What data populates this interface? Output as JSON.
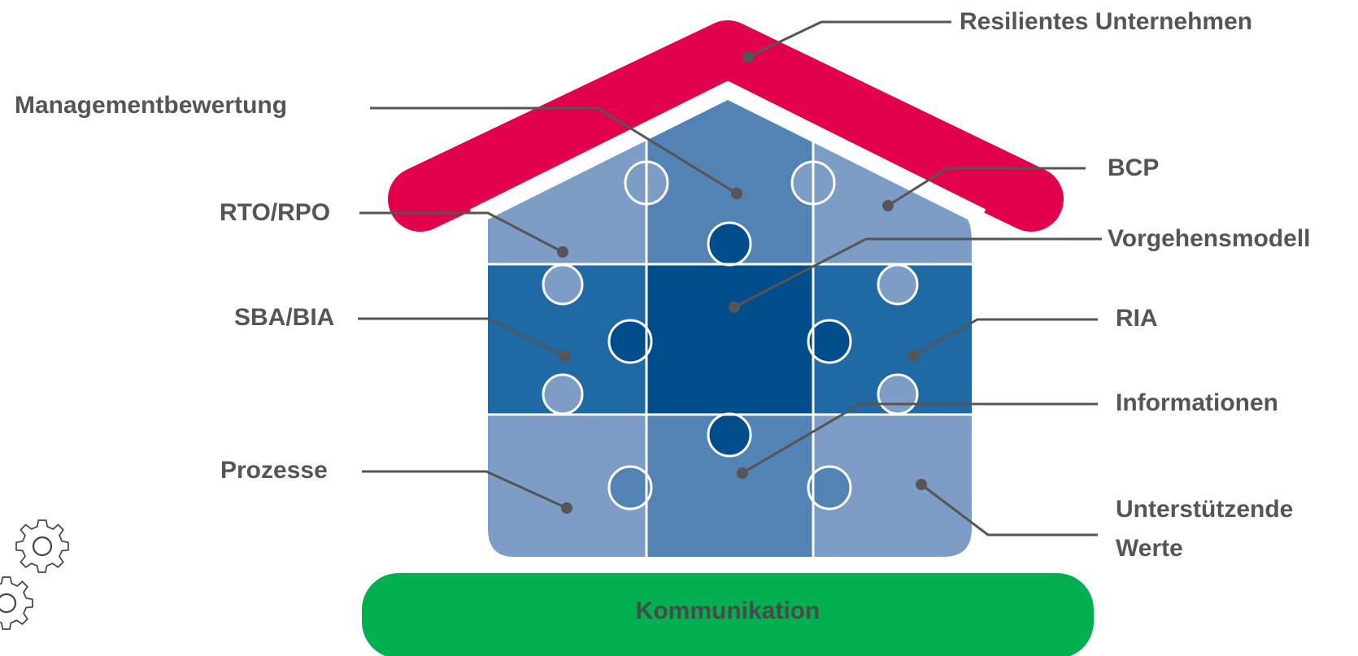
{
  "roof": {
    "label": "Resilientes Unternehmen",
    "color": "#E2004D"
  },
  "foundation": {
    "label": "Kommunikation",
    "color": "#00AF50"
  },
  "puzzle_colors": {
    "light": "#7D9DC6",
    "medium": "#5283B4",
    "dark": "#1F6AA5",
    "darkest": "#004D8B"
  },
  "pieces": {
    "top_left": "RTO/RPO",
    "top_center": "Managementbewertung",
    "top_right": "BCP",
    "middle_left": "SBA/BIA",
    "middle_center": "Vorgehensmodell",
    "middle_right": "RIA",
    "bottom_left": "Prozesse",
    "bottom_center": "Informationen",
    "bottom_right_line1": "Unterstützende",
    "bottom_right_line2": "Werte"
  },
  "icons": {
    "decoration": "gears-icon"
  }
}
